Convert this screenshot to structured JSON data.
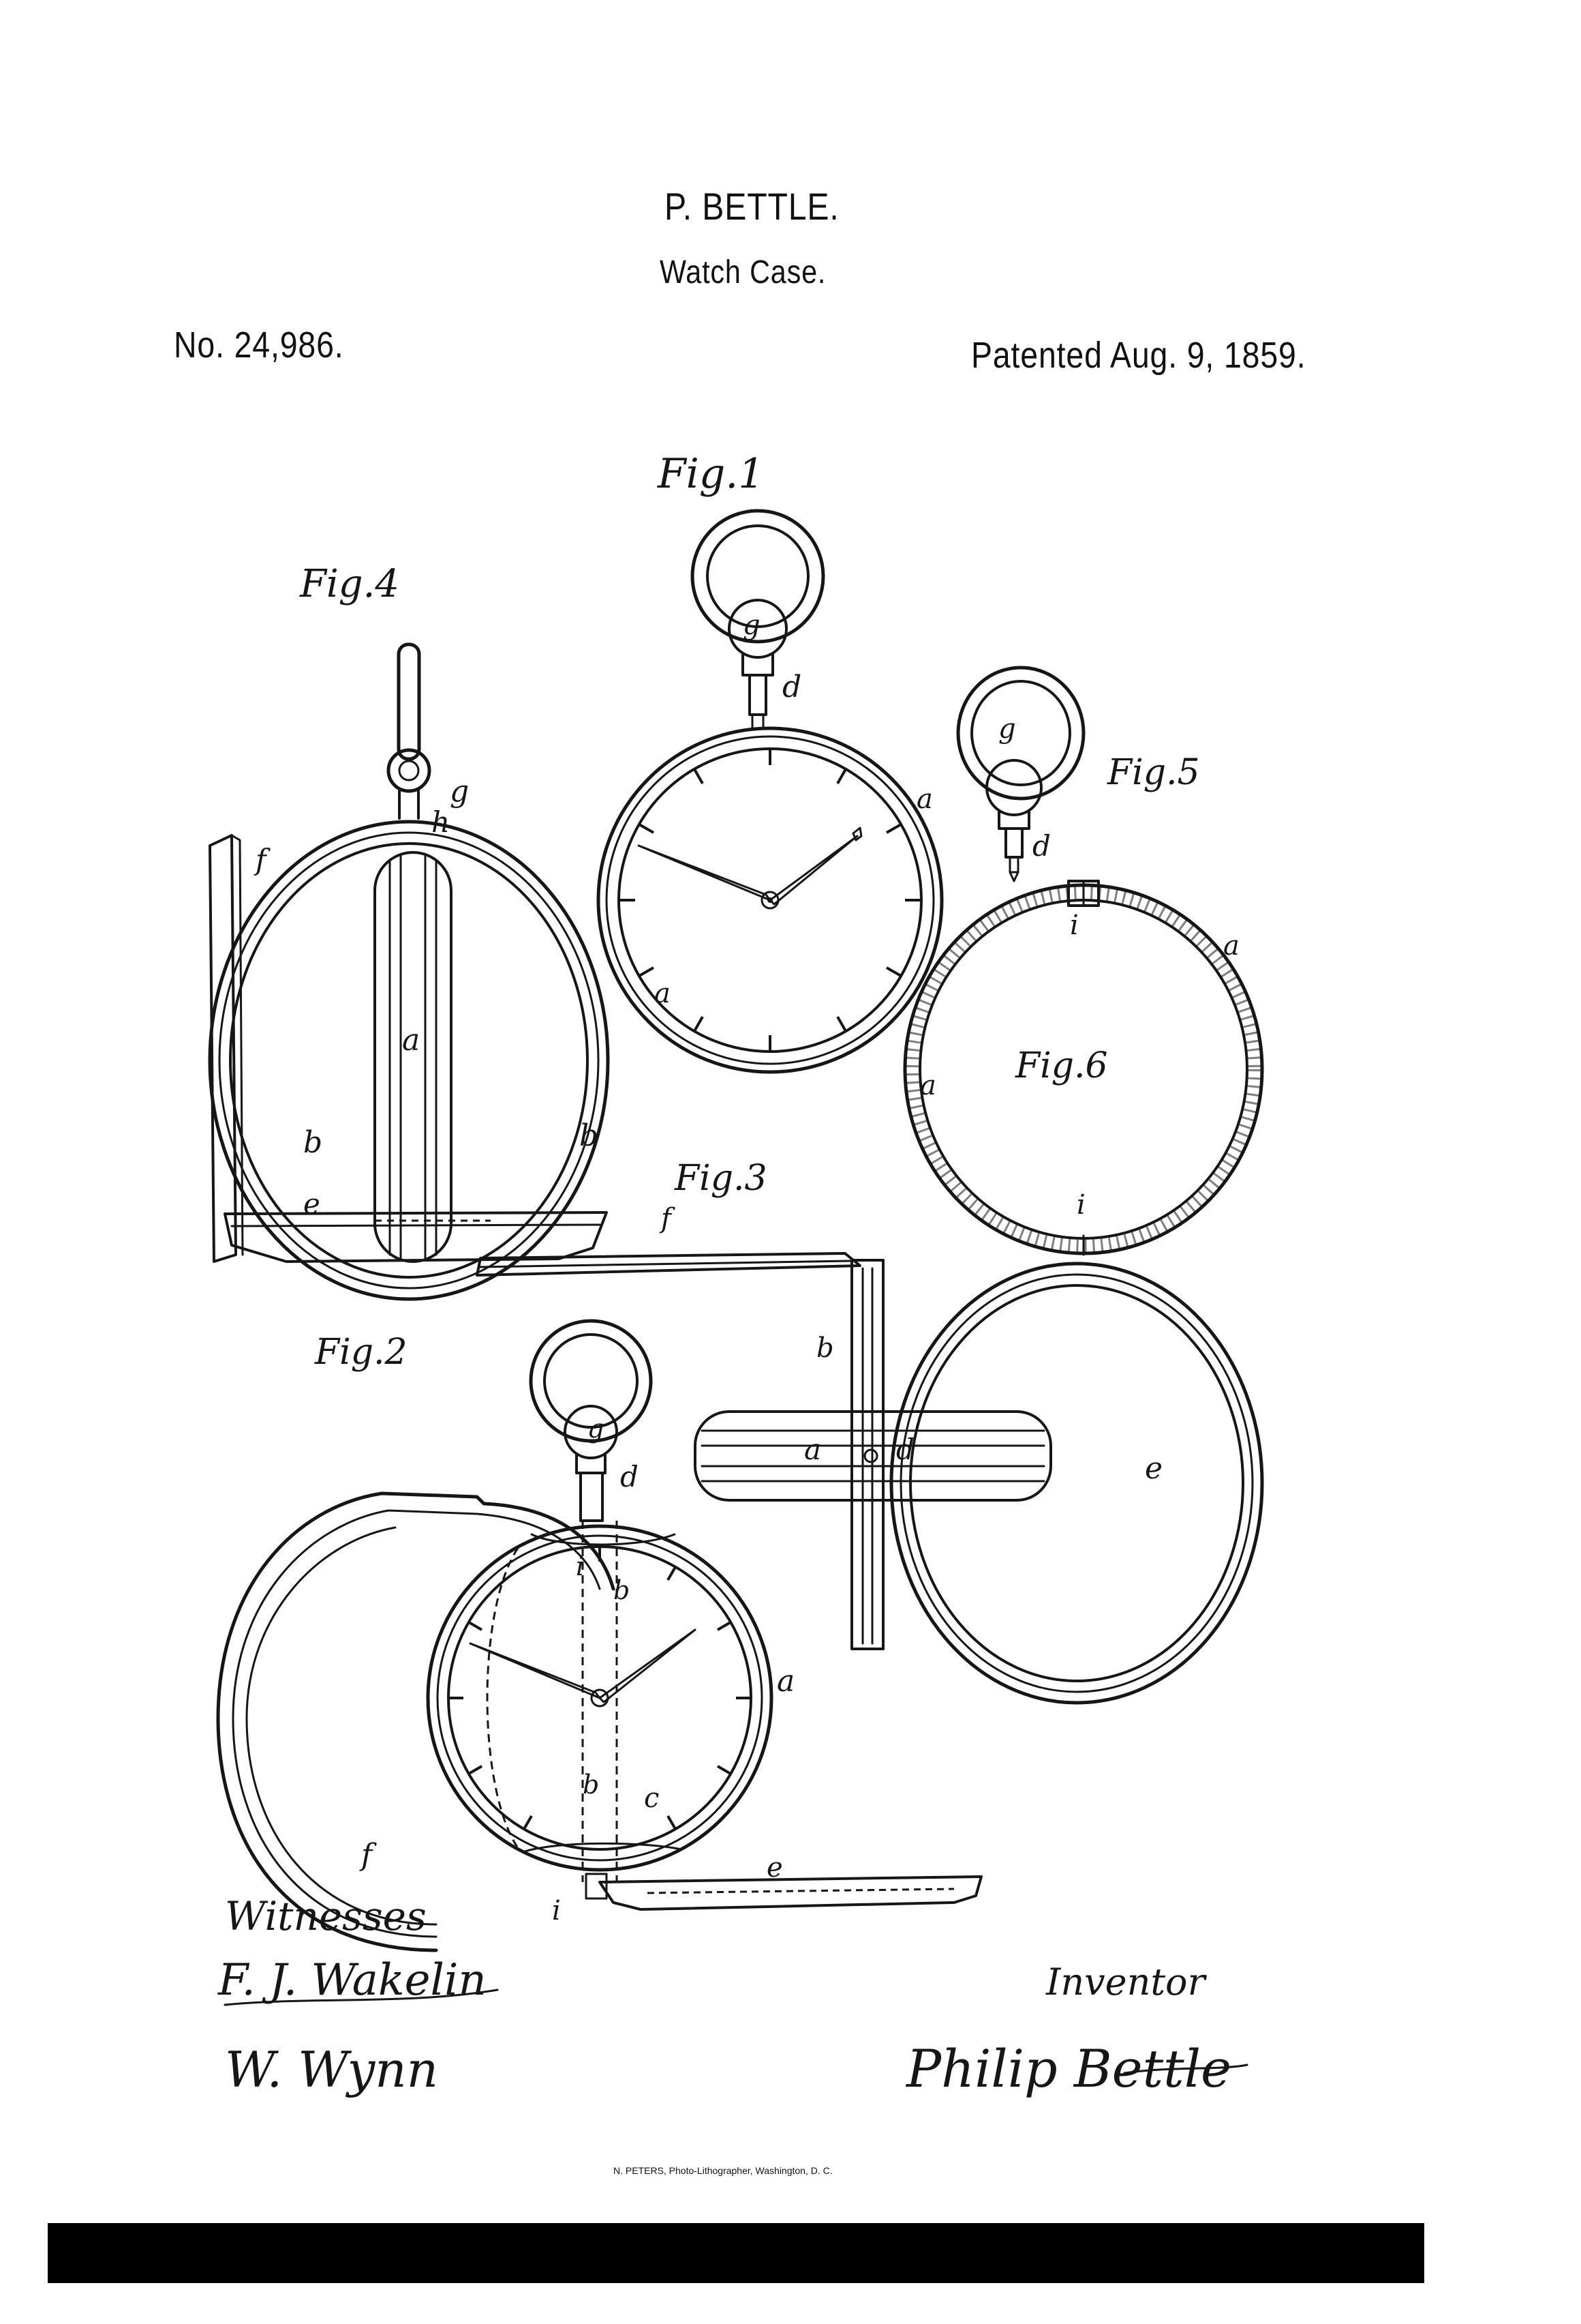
{
  "header": {
    "inventor_name": "P. BETTLE.",
    "invention": "Watch Case.",
    "patent_number": "No. 24,986.",
    "patent_date": "Patented Aug. 9, 1859."
  },
  "figures": {
    "fig1": "Fig.1",
    "fig2": "Fig.2",
    "fig3": "Fig.3",
    "fig4": "Fig.4",
    "fig5": "Fig.5",
    "fig6": "Fig.6"
  },
  "labels": {
    "a": "a",
    "b": "b",
    "c": "c",
    "d": "d",
    "e": "e",
    "f": "f",
    "g": "g",
    "h": "h",
    "i": "i"
  },
  "witnesses": {
    "heading": "Witnesses",
    "signature_1": "F. J. Wakelin",
    "signature_2": "W. Wynn"
  },
  "inventor": {
    "heading": "Inventor",
    "signature": "Philip Bettle"
  },
  "credit": "N. PETERS, Photo-Lithographer, Washington, D. C."
}
